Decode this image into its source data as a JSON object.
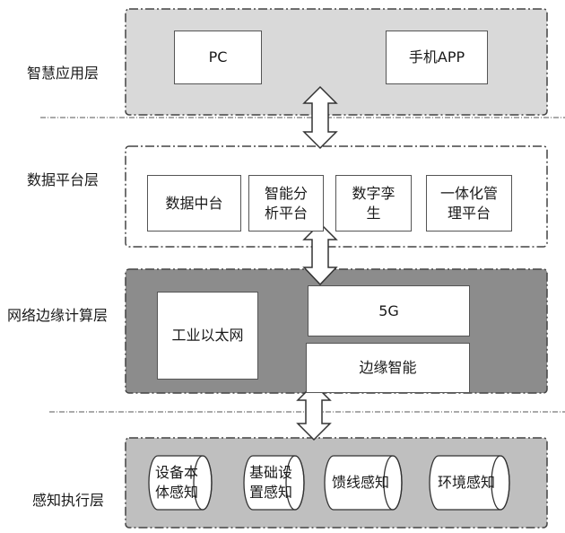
{
  "layers": [
    {
      "label": "智慧应用层",
      "items": [
        "PC",
        "手机APP"
      ]
    },
    {
      "label": "数据平台层",
      "items": [
        "数据中台",
        "智能分\n析平台",
        "数字孪\n生",
        "一体化管\n理平台"
      ]
    },
    {
      "label": "网络边缘计算层",
      "items": [
        "工业以太网",
        "5G",
        "边缘智能"
      ]
    },
    {
      "label": "感知执行层",
      "items": [
        "设备本\n体感知",
        "基础设\n置感知",
        "馈线感知",
        "环境感知"
      ]
    }
  ],
  "colors": {
    "app_layer_fill": "#d9d9d9",
    "data_layer_fill": "#ffffff",
    "network_layer_fill": "#8c8c8c",
    "sense_layer_fill": "#bfbfbf",
    "border": "#444444"
  }
}
